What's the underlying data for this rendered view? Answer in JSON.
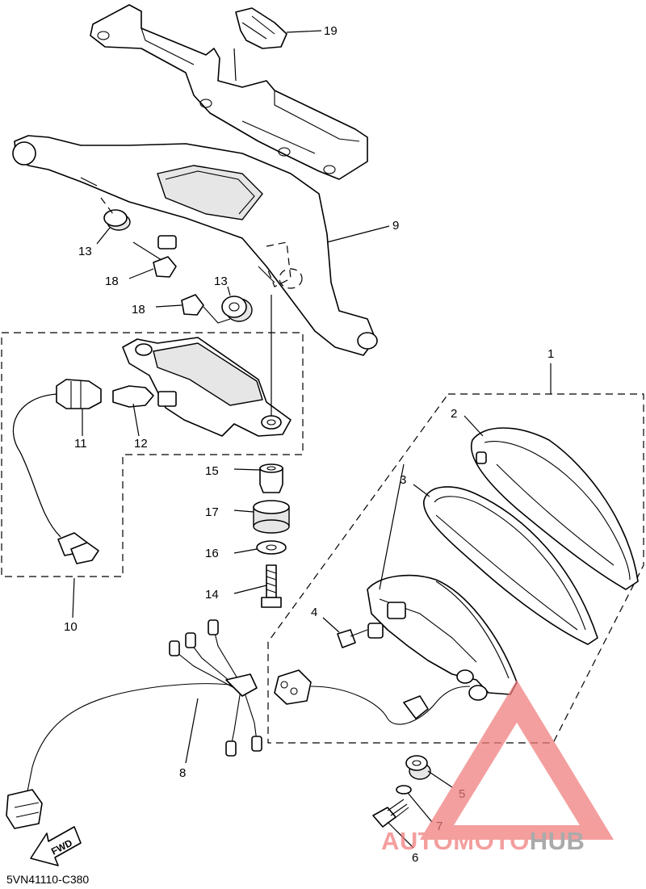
{
  "callouts": [
    {
      "label": "19"
    },
    {
      "label": "9"
    },
    {
      "label": "13"
    },
    {
      "label": "18"
    },
    {
      "label": "13"
    },
    {
      "label": "18"
    },
    {
      "label": "1"
    },
    {
      "label": "2"
    },
    {
      "label": "3"
    },
    {
      "label": "11"
    },
    {
      "label": "12"
    },
    {
      "label": "15"
    },
    {
      "label": "17"
    },
    {
      "label": "16"
    },
    {
      "label": "14"
    },
    {
      "label": "10"
    },
    {
      "label": "4"
    },
    {
      "label": "8"
    },
    {
      "label": "5"
    },
    {
      "label": "7"
    },
    {
      "label": "6"
    }
  ],
  "direction_arrow": {
    "label": "FWD"
  },
  "diagram_code": "5VN41110-C380",
  "watermark": {
    "part1": "AUTOMOTO",
    "part2": "HUB",
    "color_primary": "#f07a7a",
    "color_secondary": "#8a8a8a"
  }
}
